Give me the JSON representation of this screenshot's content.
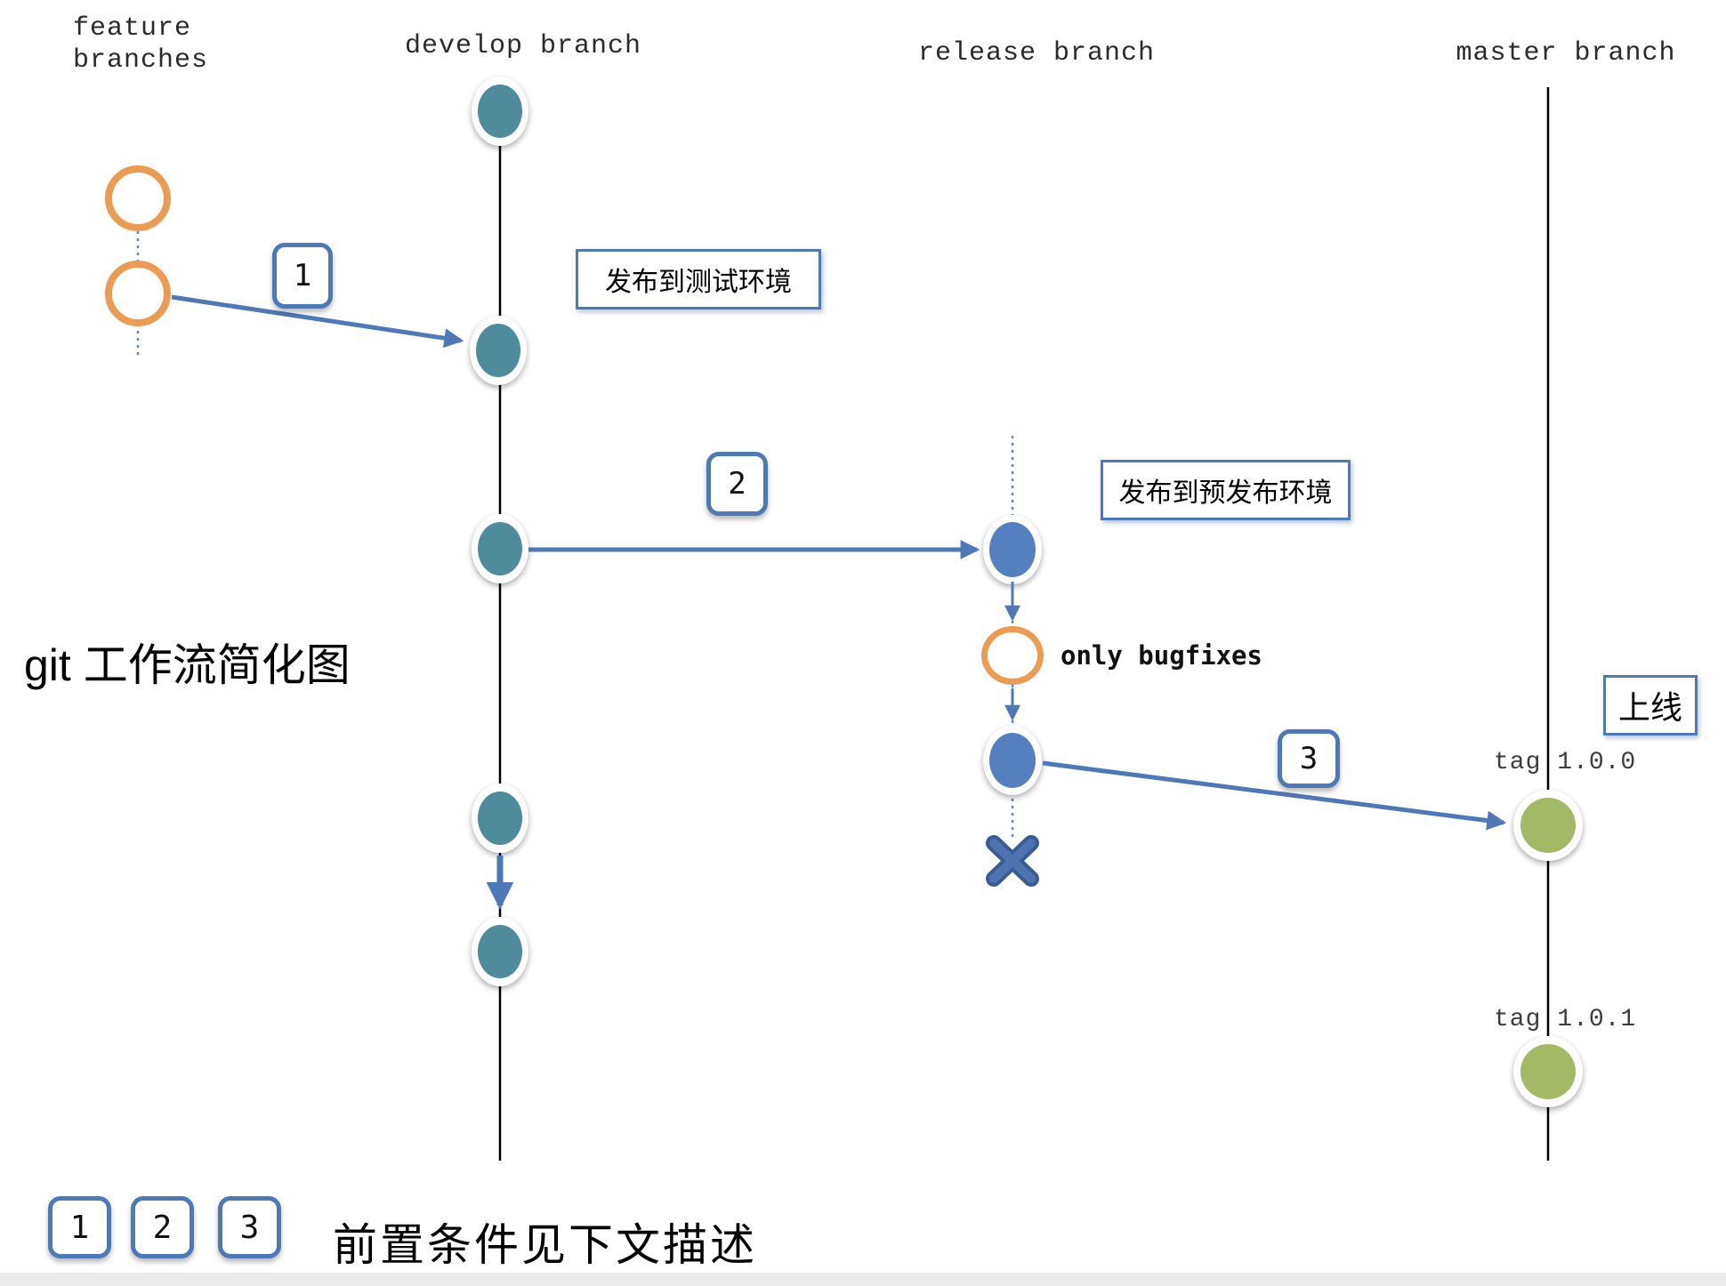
{
  "title": "git 工作流简化图",
  "headers": {
    "feature_line1": "feature",
    "feature_line2": "branches",
    "develop": "develop branch",
    "release": "release branch",
    "master": "master branch"
  },
  "callouts": {
    "deploy_test": "发布到测试环境",
    "deploy_staging": "发布到预发布环境",
    "go_live": "上线"
  },
  "steps": {
    "s1": "1",
    "s2": "2",
    "s3": "3"
  },
  "legend": {
    "b1": "1",
    "b2": "2",
    "b3": "3",
    "note": "前置条件见下文描述"
  },
  "annotations": {
    "only_bugfixes": "only bugfixes",
    "tag_1": "tag 1.0.0",
    "tag_2": "tag 1.0.1"
  },
  "colors": {
    "develop_commit": "#4e8b9b",
    "release_commit": "#5480bf",
    "master_commit": "#a3b966",
    "feature_ring": "#ec9c52",
    "arrow_blue": "#4e78b6",
    "dotted_line": "#5e87c6",
    "branch_line": "#000000",
    "x_mark_fill": "#4d74ae",
    "x_mark_border": "#3a5c94"
  }
}
